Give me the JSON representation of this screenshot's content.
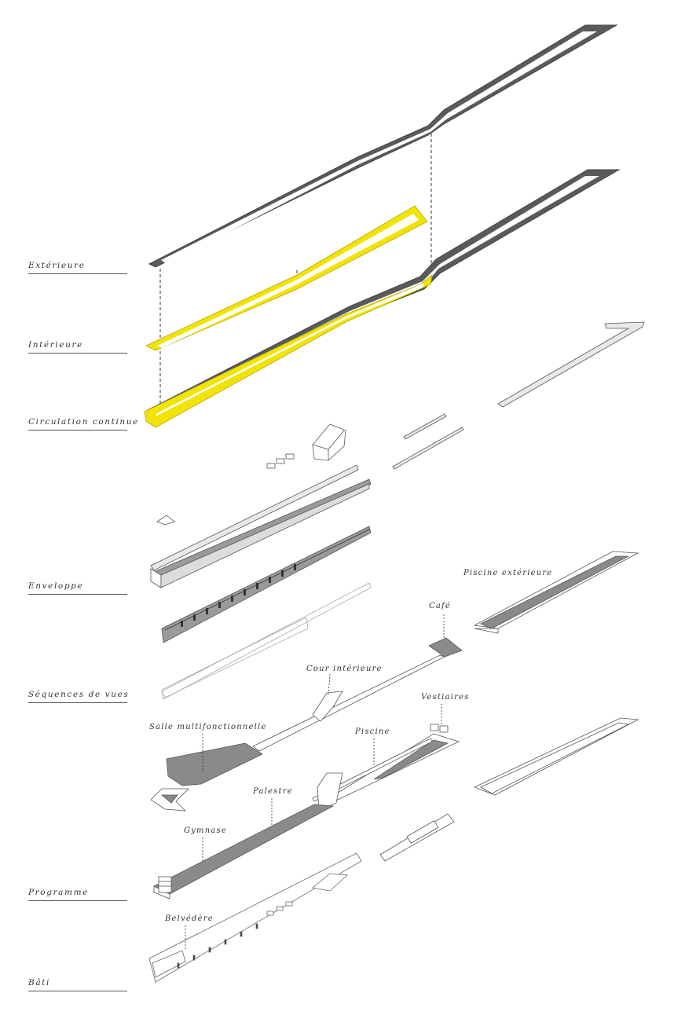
{
  "layers": [
    {
      "id": "exterieure",
      "label": "Extérieure"
    },
    {
      "id": "interieure",
      "label": "Intérieure"
    },
    {
      "id": "circulation",
      "label": "Circulation continue"
    },
    {
      "id": "enveloppe",
      "label": "Enveloppe"
    },
    {
      "id": "sequences",
      "label": "Séquences de vues"
    },
    {
      "id": "programme",
      "label": "Programme"
    },
    {
      "id": "bati",
      "label": "Bâti"
    }
  ],
  "annotations": {
    "piscine_exterieure": "Piscine extérieure",
    "cafe": "Café",
    "cour_interieure": "Cour intérieure",
    "vestiaires": "Vestiaires",
    "salle_multifonctionnelle": "Salle multifonctionnelle",
    "piscine": "Piscine",
    "palestre": "Palestre",
    "gymnase": "Gymnase",
    "belvedere": "Belvédère"
  },
  "colors": {
    "exterior_path": "#5a5a5a",
    "interior_path": "#f2e400",
    "line": "#555555",
    "fill_grey": "#9a9a9a",
    "fill_light": "#e8e8e8"
  }
}
